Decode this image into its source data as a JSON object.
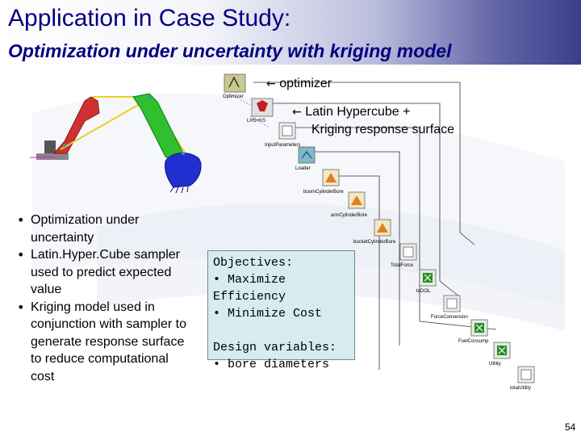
{
  "slide": {
    "title": "Application in Case Study:",
    "subtitle": "Optimization under uncertainty with kriging model",
    "page_number": "54"
  },
  "callouts": {
    "optimizer": "optimizer",
    "latin_line1": "Latin Hypercube +",
    "latin_line2": "Kriging response surface",
    "arrow_glyph": "←"
  },
  "bullets": [
    "Optimization under uncertainty",
    "Latin.Hyper.Cube sampler used to predict expected value",
    "Kriging model used in conjunction with sampler to generate response surface to reduce computational cost"
  ],
  "objectives_box": {
    "heading": "Objectives:",
    "items": [
      "• Maximize Efficiency",
      "• Minimize Cost"
    ],
    "design_heading": "Design variables:",
    "design_items": [
      "• bore diameters"
    ]
  },
  "workflow_nodes": [
    {
      "label": "Optimizer",
      "icon": "optimizer-icon"
    },
    {
      "label": "LHS+KS",
      "icon": "kriging-icon"
    },
    {
      "label": "InputParameters",
      "icon": "script-icon"
    },
    {
      "label": "Loader",
      "icon": "loader-icon"
    },
    {
      "label": "boomCylinderBore",
      "icon": "matlab-icon"
    },
    {
      "label": "armCylinderBore",
      "icon": "matlab-icon"
    },
    {
      "label": "bucketCylinderBore",
      "icon": "matlab-icon"
    },
    {
      "label": "TotalForce",
      "icon": "script-icon"
    },
    {
      "label": "toDOL",
      "icon": "excel-icon"
    },
    {
      "label": "ForceConversion",
      "icon": "script-icon"
    },
    {
      "label": "FuelConsump",
      "icon": "excel-icon"
    },
    {
      "label": "Utility",
      "icon": "excel-icon"
    },
    {
      "label": "totalUtility",
      "icon": "script-icon"
    }
  ],
  "colors": {
    "title": "#000080",
    "box_fill": "#d6ecef",
    "arm_red": "#d03030",
    "arm_green": "#2fbf2f",
    "bucket_blue": "#2030d0"
  }
}
